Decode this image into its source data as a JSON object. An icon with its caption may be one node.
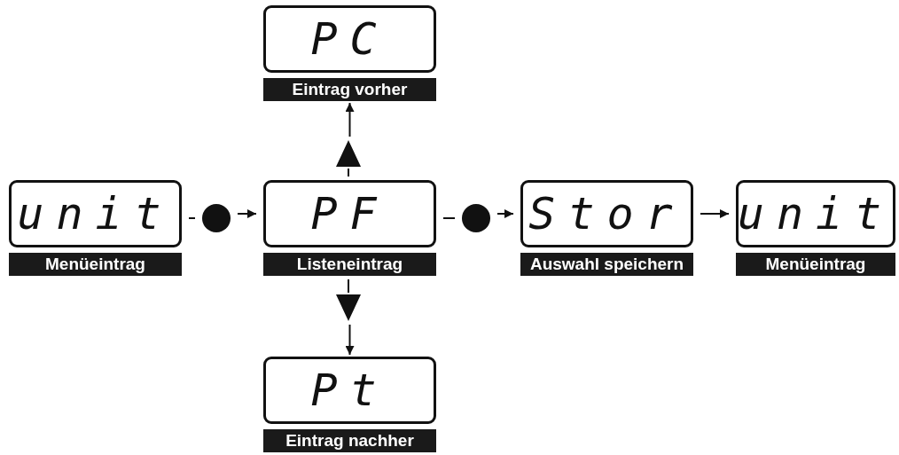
{
  "diagram": {
    "nodes": [
      {
        "text": [
          "unit",
          "Menüeintrag"
        ]
      },
      {
        "text": [],
        "shape": "circle"
      },
      {
        "text": [
          "PF",
          "Listeneintrag"
        ]
      },
      {
        "text": [],
        "shape": "circle"
      },
      {
        "text": [
          "Stor",
          "Auswahl speichern"
        ]
      },
      {
        "text": [
          "unit",
          "Menüeintrag"
        ]
      },
      {
        "text": [],
        "shape": "triangle-up"
      },
      {
        "text": [
          "PC",
          "Eintrag vorher"
        ]
      },
      {
        "text": [],
        "shape": "triangle-down"
      },
      {
        "text": [
          "Pt",
          "Eintrag nachher"
        ]
      }
    ],
    "edges": [
      {
        "from": 0,
        "to": 1,
        "arrow": "none"
      },
      {
        "from": 1,
        "to": 2,
        "arrow": "to"
      },
      {
        "from": 2,
        "to": 3,
        "arrow": "none"
      },
      {
        "from": 3,
        "to": 4,
        "arrow": "to"
      },
      {
        "from": 4,
        "to": 5,
        "arrow": "to"
      },
      {
        "from": 2,
        "to": 6,
        "arrow": "none"
      },
      {
        "from": 6,
        "to": 7,
        "arrow": "to"
      },
      {
        "from": 2,
        "to": 8,
        "arrow": "none"
      },
      {
        "from": 8,
        "to": 9,
        "arrow": "to"
      }
    ]
  }
}
